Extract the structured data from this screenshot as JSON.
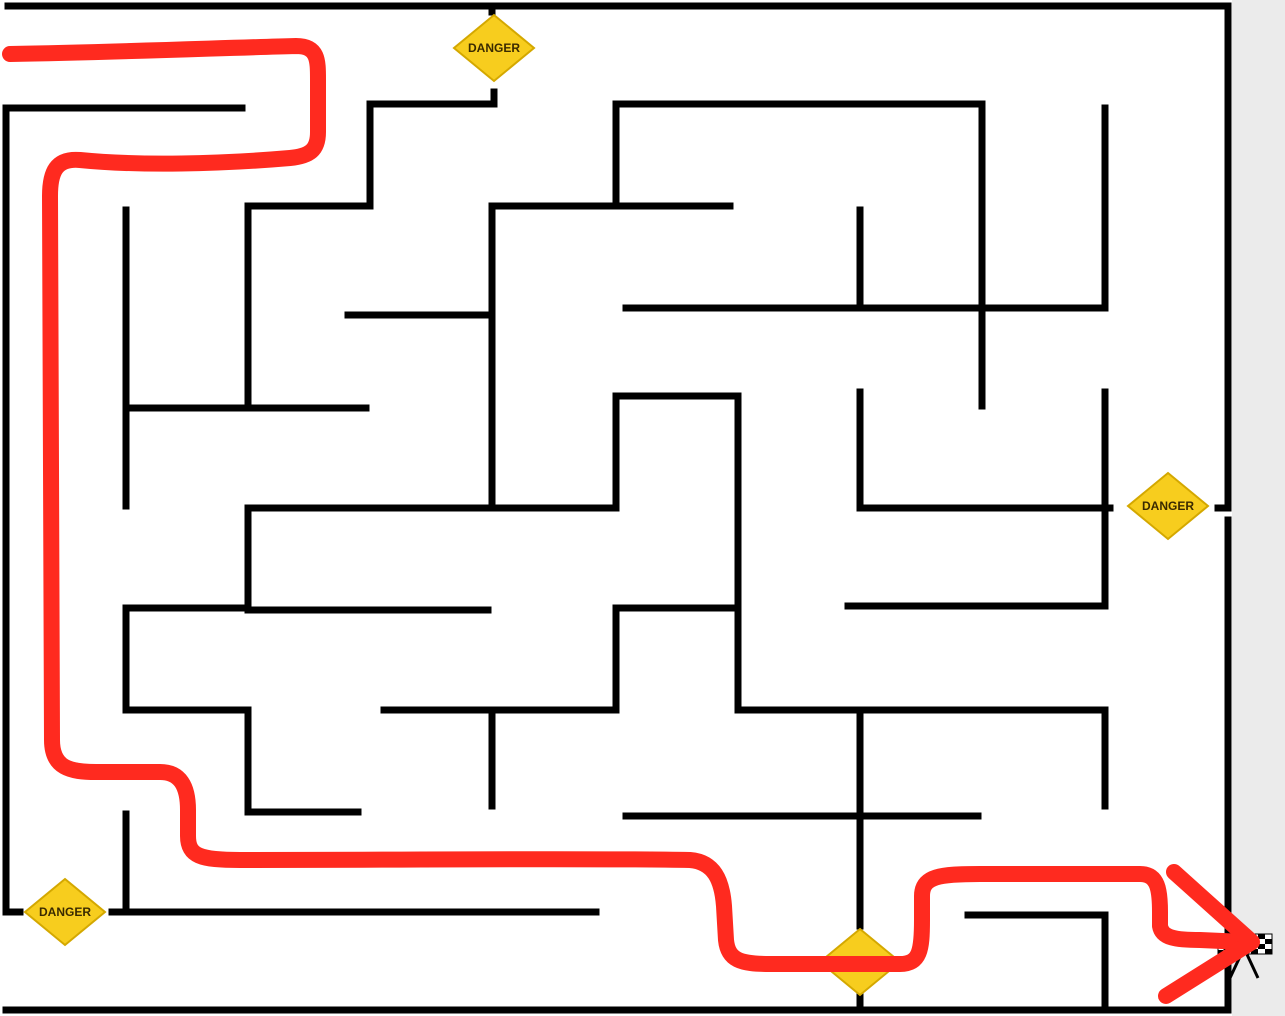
{
  "colors": {
    "wall": "#000000",
    "path": "#ff2a1f",
    "sign_fill": "#f7cd1e",
    "sign_stroke": "#d4a800",
    "sign_text": "#3a2a00",
    "background": "#ffffff",
    "strip": "#ebebeb"
  },
  "danger_signs": [
    {
      "label": "DANGER"
    },
    {
      "label": "DANGER"
    },
    {
      "label": "DANGER"
    },
    {
      "label": "DANGER",
      "obscured": true
    }
  ],
  "icons": {
    "finish": "checkered-flags-icon",
    "arrow": "arrow-right-icon"
  }
}
